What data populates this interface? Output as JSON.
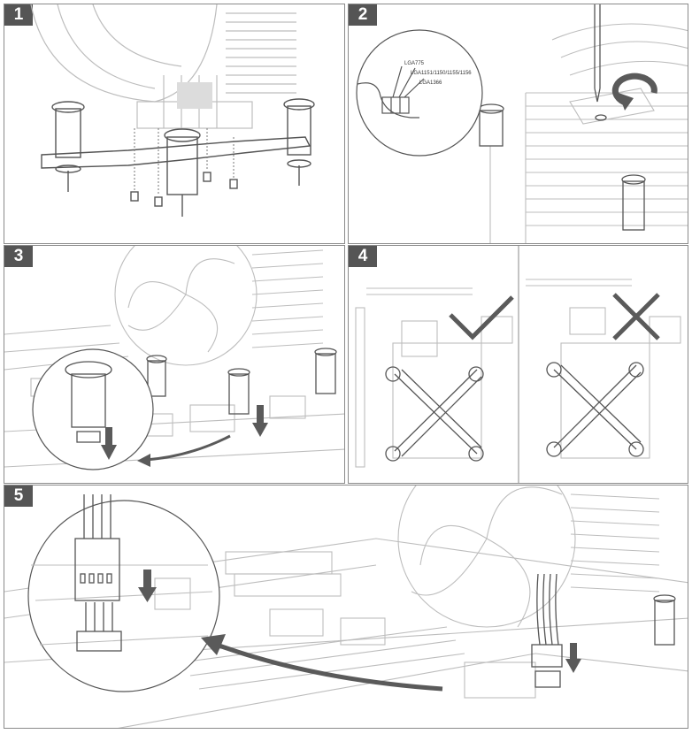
{
  "steps": [
    {
      "number": "1"
    },
    {
      "number": "2"
    },
    {
      "number": "3"
    },
    {
      "number": "4"
    },
    {
      "number": "5"
    }
  ],
  "socket_labels": {
    "lga775": "LGA775",
    "lga115x": "LGA1151/1150/1155/1156",
    "lga1366": "LGA1366"
  },
  "colors": {
    "line": "#bdbdbd",
    "dark": "#555555",
    "arrow": "#5a5a5a"
  }
}
